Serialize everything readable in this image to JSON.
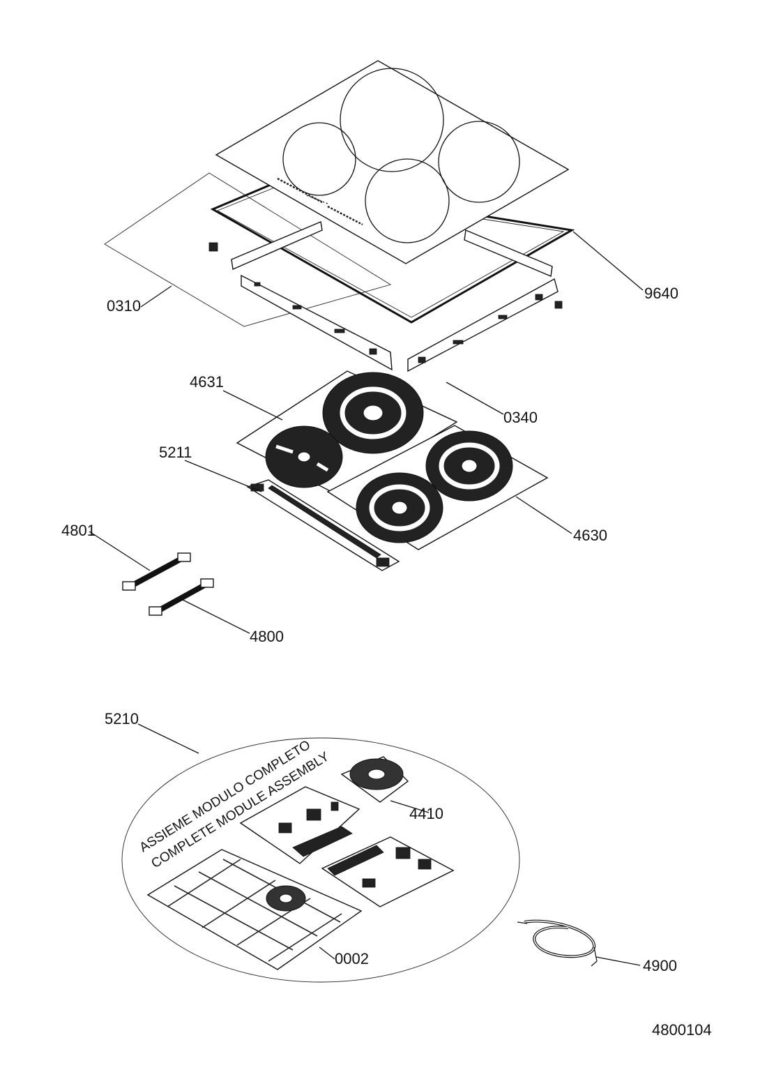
{
  "labels": {
    "glass_top": "9640",
    "gasket": "0310",
    "bracket_clip": "0340",
    "coil_plate_left": "4631",
    "coil_plate_right": "4630",
    "keyboard_board": "5211",
    "flat_cable_upper": "4801",
    "flat_cable_lower": "4800",
    "module_assembly": "5210",
    "fan": "4410",
    "bottom_casing": "0002",
    "power_cable": "4900"
  },
  "assembly_note": {
    "line1": "ASSIEME MODULO COMPLETO",
    "line2": "COMPLETE MODULE ASSEMBLY"
  },
  "drawing_number": "4800104"
}
